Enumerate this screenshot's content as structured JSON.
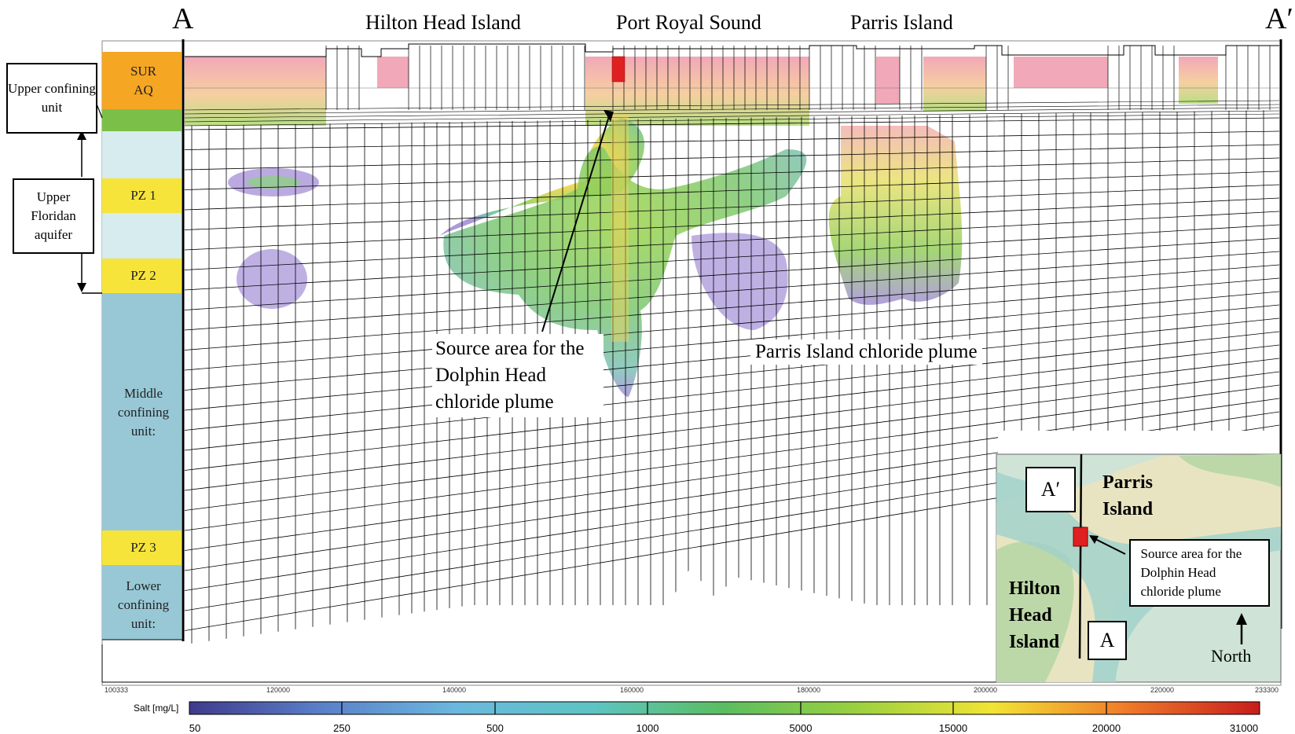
{
  "section": {
    "left_label": "A",
    "right_label": "A′",
    "places": [
      "Hilton Head Island",
      "Port Royal Sound",
      "Parris Island"
    ]
  },
  "side_boxes": {
    "upper_confining": "Upper confining unit",
    "upper_floridan": "Upper Floridan aquifer"
  },
  "units": {
    "sur": "SUR AQ",
    "pz1": "PZ 1",
    "pz2": "PZ 2",
    "middle": "Middle confining unit:",
    "pz3": "PZ 3",
    "lower": "Lower confining unit:"
  },
  "annotations": {
    "source": "Source area for the Dolphin Head chloride plume",
    "parris_plume": "Parris Island chloride plume"
  },
  "inset": {
    "a_prime": "A′",
    "a": "A",
    "parris": "Parris Island",
    "hilton": "Hilton Head Island",
    "source": "Source area for the Dolphin Head chloride plume",
    "north": "North"
  },
  "x_axis": {
    "ticks": [
      "100333",
      "120000",
      "140000",
      "160000",
      "180000",
      "200000",
      "220000",
      "233300"
    ]
  },
  "colorbar": {
    "label": "Salt [mg/L]",
    "ticks": [
      "50",
      "250",
      "500",
      "1000",
      "5000",
      "15000",
      "20000",
      "31000"
    ],
    "colors": [
      "#4a3f9a",
      "#6aa9d8",
      "#5cc6c9",
      "#5cbf6a",
      "#8ccf3f",
      "#f2e636",
      "#f08a2a",
      "#d42020"
    ]
  }
}
